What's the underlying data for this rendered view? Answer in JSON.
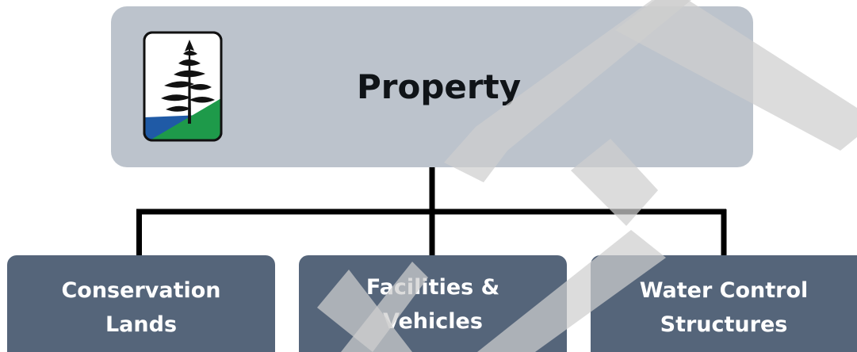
{
  "root": {
    "title": "Property"
  },
  "children": [
    {
      "label": "Conservation Lands"
    },
    {
      "label": "Facilities & Vehicles"
    },
    {
      "label": "Water Control Structures"
    }
  ],
  "colors": {
    "root_fill": "#bcc3cc",
    "child_fill": "#55657a",
    "connector": "#000000",
    "watermark": "#d9d9d9",
    "logo_water": "#1f5aa6",
    "logo_land": "#1e9a4a"
  },
  "icons": {
    "logo": "pine-tree-logo"
  }
}
